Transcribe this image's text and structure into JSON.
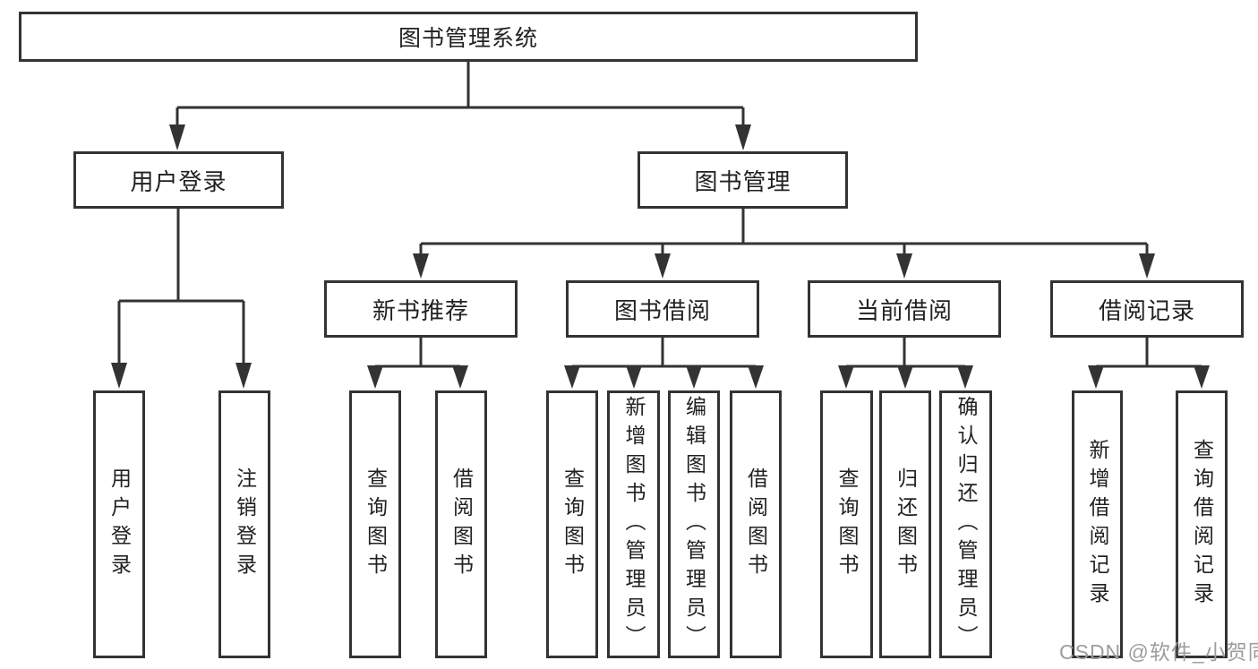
{
  "diagram_type": "hierarchy-tree",
  "colors": {
    "line": "#333333",
    "text": "#212121",
    "box_background": "#ffffff",
    "watermark": "#9d9d9d"
  },
  "tree": {
    "root": "图书管理系统",
    "branches": [
      {
        "label": "用户登录",
        "children": [
          "用户登录",
          "注销登录"
        ]
      },
      {
        "label": "图书管理",
        "groups": [
          {
            "label": "新书推荐",
            "children": [
              "查询图书",
              "借阅图书"
            ]
          },
          {
            "label": "图书借阅",
            "children": [
              "查询图书",
              "新增图书（管理员）",
              "编辑图书（管理员）",
              "借阅图书"
            ]
          },
          {
            "label": "当前借阅",
            "children": [
              "查询图书",
              "归还图书",
              "确认归还（管理员）"
            ]
          },
          {
            "label": "借阅记录",
            "children": [
              "新增借阅记录",
              "查询借阅记录"
            ]
          }
        ]
      }
    ]
  },
  "watermark": {
    "text": "CSDN @软件_小贺同学"
  }
}
